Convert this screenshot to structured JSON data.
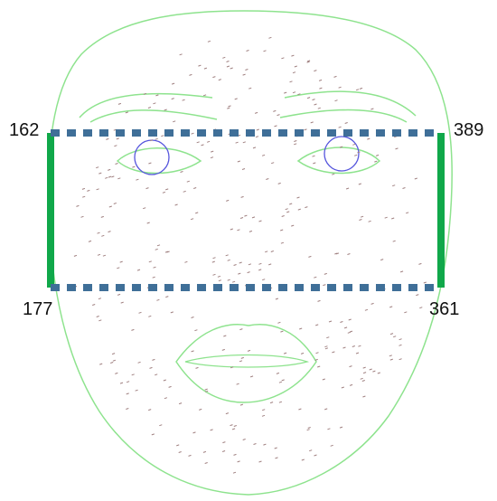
{
  "labels": {
    "top_left": "162",
    "top_right": "389",
    "bottom_left": "177",
    "bottom_right": "361"
  },
  "colors": {
    "mesh_outline": "#8ee38e",
    "mesh_points": "#a08080",
    "pupil_circle": "#5555dd",
    "bracket_line": "#10a84a",
    "dashed_line": "#3f6f98",
    "label_text": "#111111"
  },
  "icons": {
    "face_mesh": "face-wireframe",
    "eye_marker": "circle"
  }
}
